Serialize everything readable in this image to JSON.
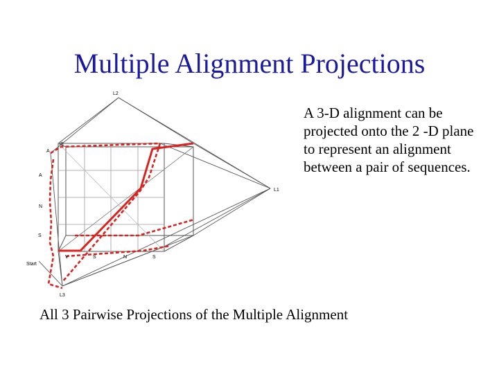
{
  "slide": {
    "title": "Multiple Alignment Projections",
    "description": "A 3-D alignment can be projected onto the 2 -D plane to represent an alignment between a pair of sequences.",
    "caption": "All 3 Pairwise Projections of the Multiple Alignment"
  },
  "diagram": {
    "labels": {
      "l1": "L1",
      "l2": "L2",
      "l3": "L3",
      "start": "Start",
      "s_top": "S",
      "a1": "A",
      "a2": "A",
      "n_left": "N",
      "s_left": "S",
      "v_bottom": "V",
      "s_bottom": "S",
      "n_bottom": "N",
      "s_bottom2": "S"
    },
    "colors": {
      "path": "#d9231f",
      "grid": "#9a9a9a",
      "lines": "#555555"
    }
  }
}
